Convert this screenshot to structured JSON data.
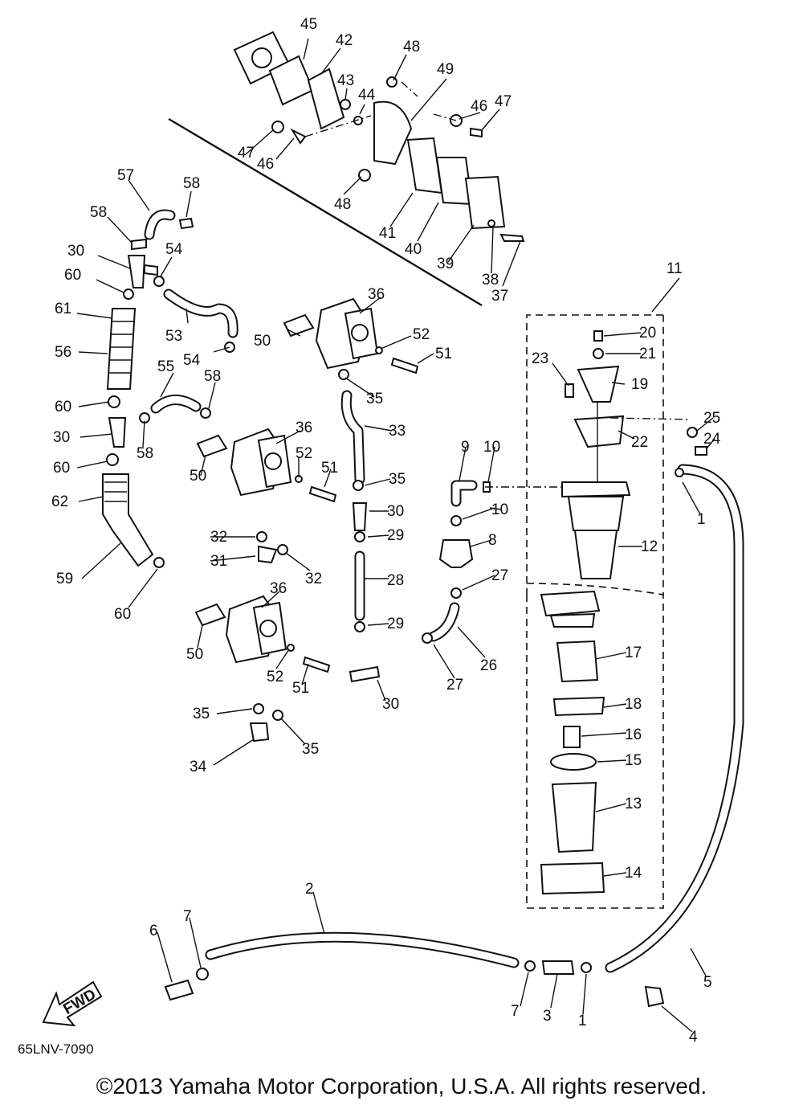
{
  "diagram": {
    "code": "65LNV-7090",
    "fwd_label": "FWD",
    "part_numbers": [
      "45",
      "42",
      "48",
      "43",
      "44",
      "49",
      "46",
      "47",
      "47",
      "46",
      "48",
      "41",
      "40",
      "39",
      "38",
      "37",
      "57",
      "58",
      "58",
      "30",
      "54",
      "60",
      "61",
      "53",
      "54",
      "50",
      "36",
      "52",
      "51",
      "56",
      "35",
      "60",
      "55",
      "58",
      "30",
      "58",
      "36",
      "33",
      "60",
      "50",
      "52",
      "51",
      "35",
      "62",
      "30",
      "32",
      "29",
      "31",
      "32",
      "28",
      "59",
      "36",
      "60",
      "50",
      "29",
      "52",
      "51",
      "30",
      "35",
      "35",
      "34",
      "11",
      "20",
      "21",
      "23",
      "19",
      "25",
      "22",
      "24",
      "9",
      "10",
      "1",
      "10",
      "8",
      "12",
      "27",
      "26",
      "27",
      "17",
      "18",
      "16",
      "15",
      "13",
      "14",
      "2",
      "7",
      "6",
      "5",
      "7",
      "3",
      "1",
      "4"
    ]
  },
  "copyright": "©2013 Yamaha Motor Corporation, U.S.A. All rights reserved."
}
